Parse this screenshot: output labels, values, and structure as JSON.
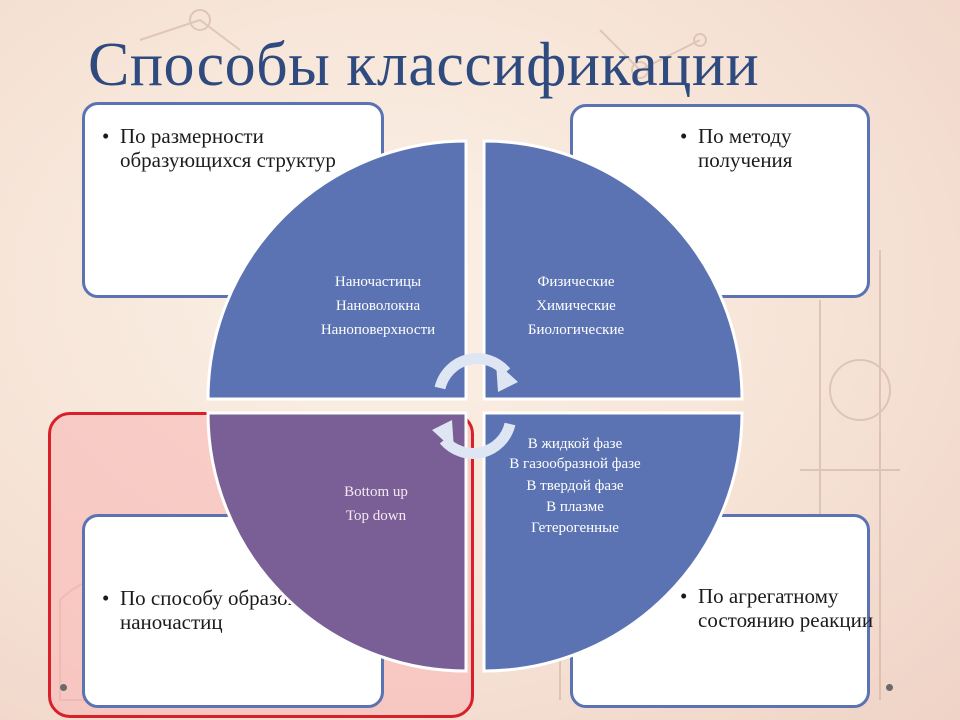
{
  "slide": {
    "title": "Способы классификации",
    "colors": {
      "title": "#2e4a7e",
      "quadrant": "#5b73b2",
      "quadrant_selected": "#7a5f97",
      "box_border": "#5b73b2",
      "highlight_border": "#d8202a"
    }
  },
  "boxes": {
    "top_left": {
      "bullet": "•",
      "text": "По размерности образующихся структур"
    },
    "top_right": {
      "bullet": "•",
      "text": "По методу получения"
    },
    "bottom_left": {
      "bullet": "•",
      "text": "По способу образования наночастиц"
    },
    "bottom_right": {
      "bullet": "•",
      "text": "По агрегатному состоянию реакции"
    }
  },
  "quadrants": {
    "top_left": [
      "Наночастицы",
      "Нановолокна",
      "Наноповерхности"
    ],
    "top_right": [
      "Физические",
      "Химические",
      "Биологические"
    ],
    "bottom_left": [
      "Bottom up",
      "Top down"
    ],
    "bottom_right": [
      "В жидкой фазе",
      "В газообразной фазе",
      "В твердой фазе",
      "В плазме",
      "Гетерогенные"
    ]
  },
  "icons": {
    "center": "cycle-arrows-icon",
    "background": "lab-glassware-sketch"
  }
}
